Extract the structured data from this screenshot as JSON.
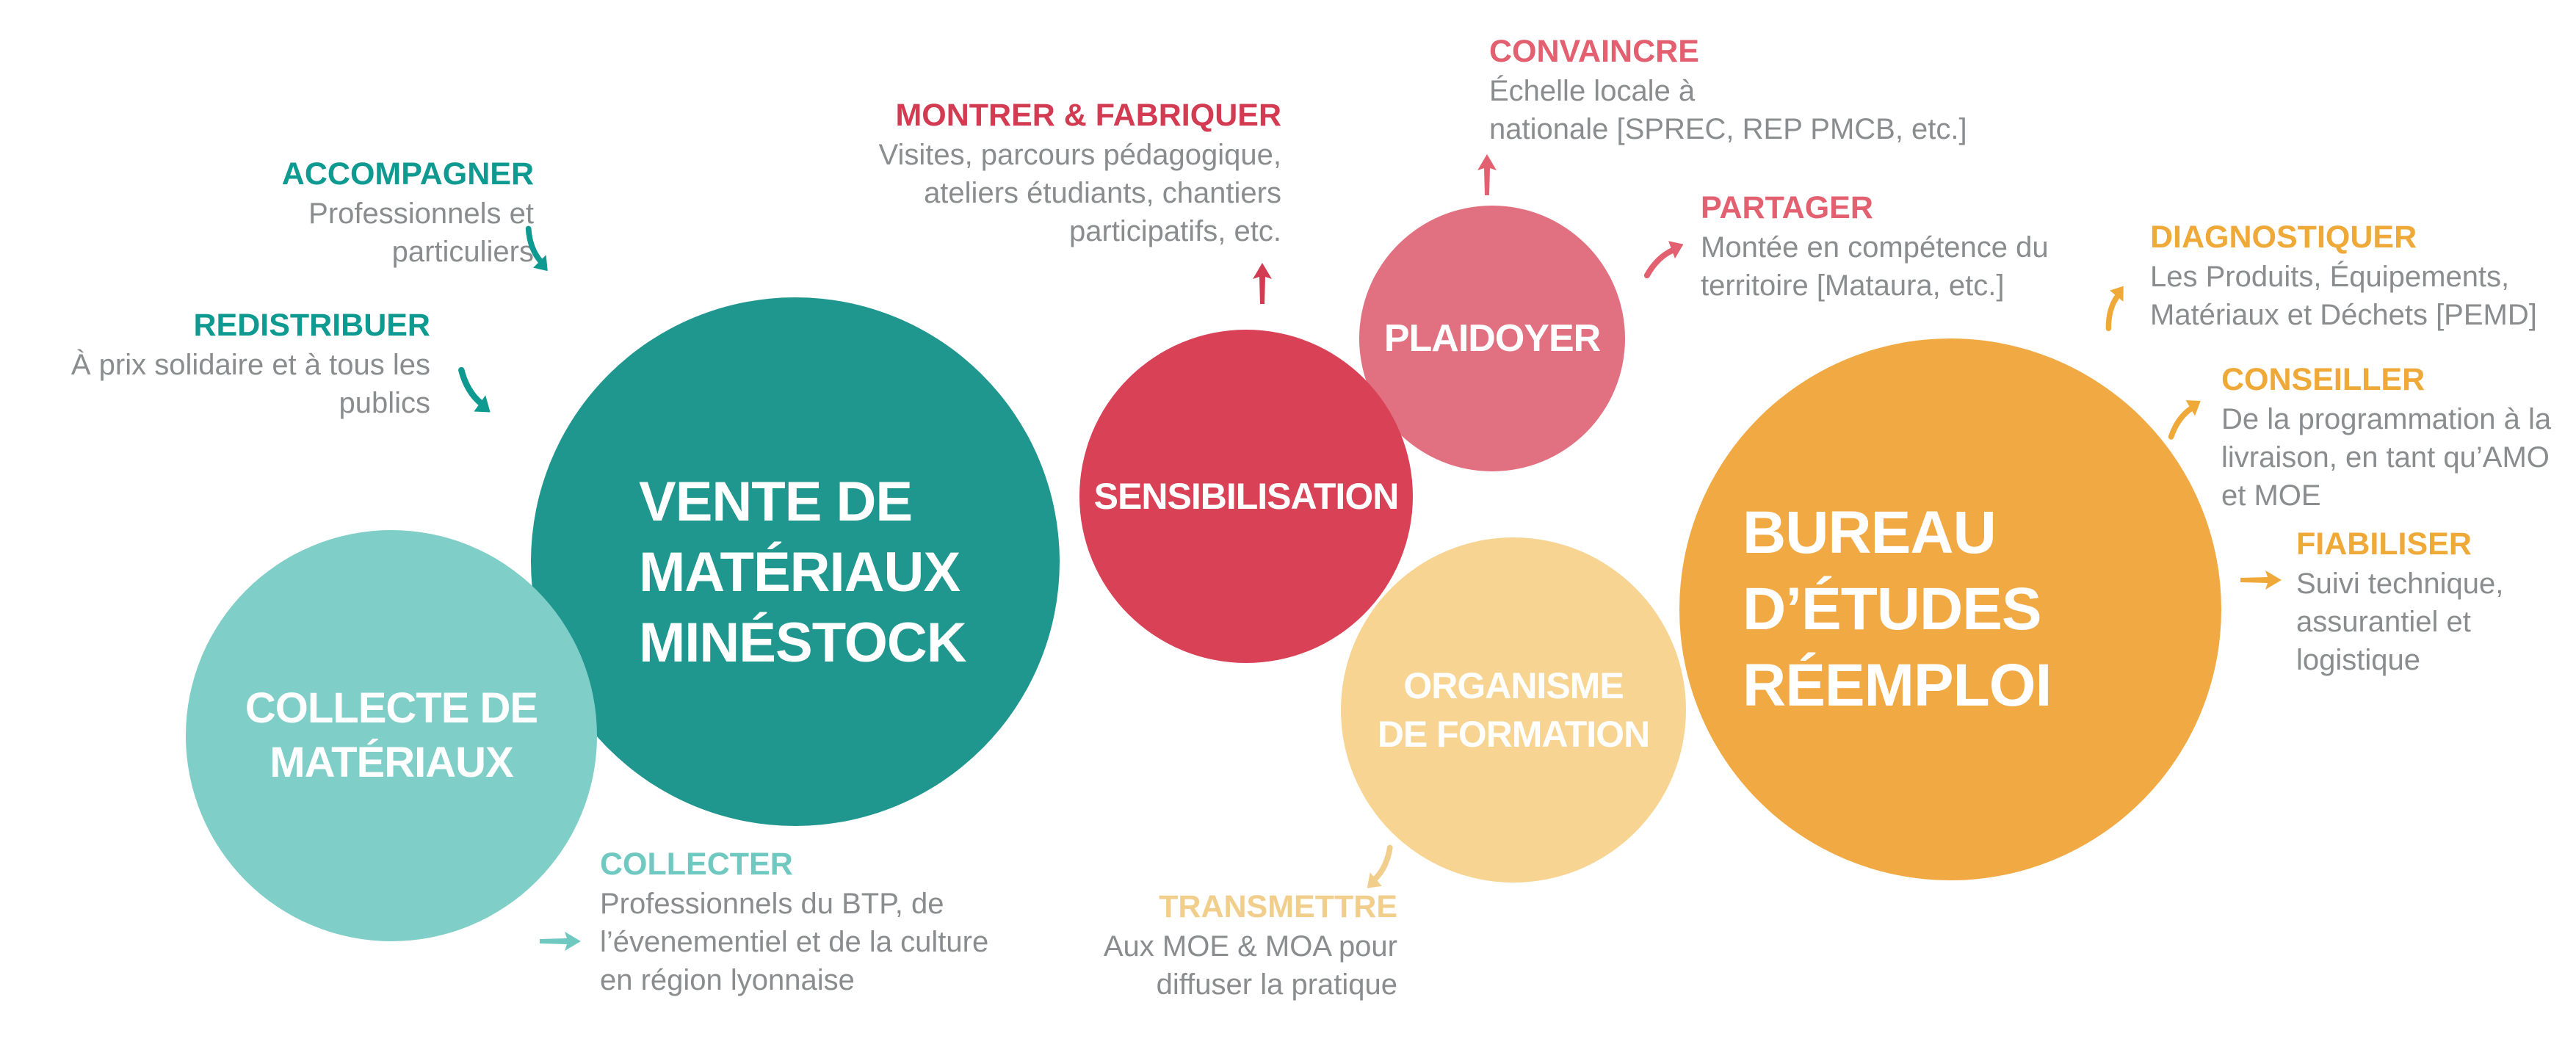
{
  "palette": {
    "teal": "#1F968E",
    "teal-light": "#7FCEC7",
    "red": "#D84156",
    "pink": "#E17080",
    "cream": "#F7D492",
    "orange": "#F1A943",
    "gray": "#8A8C8E",
    "white": "#FFFFFF",
    "teal-text": "#0E9A91",
    "teal-light-text": "#6FC9C1",
    "red-text": "#D23B51",
    "pink-text": "#E2606F",
    "cream-text": "#F2CE8C",
    "orange-text": "#EFA938"
  },
  "circles": {
    "collecte": {
      "lines": [
        "COLLECTE DE",
        "MATÉRIAUX"
      ],
      "color": "#7FCEC7"
    },
    "vente": {
      "lines": [
        "VENTE DE",
        "MATÉRIAUX",
        "MINÉSTOCK"
      ],
      "color": "#1F968E"
    },
    "sensibilisation": {
      "lines": [
        "SENSIBILISATION"
      ],
      "color": "#D84156"
    },
    "plaidoyer": {
      "lines": [
        "PLAIDOYER"
      ],
      "color": "#E17080"
    },
    "organisme": {
      "lines": [
        "ORGANISME",
        "DE FORMATION"
      ],
      "color": "#F7D492"
    },
    "bureau": {
      "lines": [
        "BUREAU",
        "D’ÉTUDES",
        "RÉEMPLOI"
      ],
      "color": "#F1A943"
    }
  },
  "annotations": {
    "accompagner": {
      "title": "ACCOMPAGNER",
      "lines": [
        "Professionnels et",
        "particuliers"
      ]
    },
    "redistribuer": {
      "title": "REDISTRIBUER",
      "lines": [
        "À prix solidaire et à tous les",
        "publics"
      ]
    },
    "collecter": {
      "title": "COLLECTER",
      "lines": [
        "Professionnels du BTP, de",
        "l’évenementiel et de la culture",
        "en région lyonnaise"
      ]
    },
    "montrer": {
      "title": "MONTRER & FABRIQUER",
      "lines": [
        "Visites, parcours pédagogique,",
        "ateliers étudiants, chantiers",
        "participatifs, etc."
      ]
    },
    "convaincre": {
      "title": "CONVAINCRE",
      "lines": [
        "Échelle locale à",
        "nationale [SPREC, REP PMCB, etc.]"
      ]
    },
    "partager": {
      "title": "PARTAGER",
      "lines": [
        "Montée en compétence du",
        "territoire [Mataura, etc.]"
      ]
    },
    "diagnostiquer": {
      "title": "DIAGNOSTIQUER",
      "lines": [
        "Les Produits, Équipements,",
        "Matériaux et Déchets [PEMD]"
      ]
    },
    "conseiller": {
      "title": "CONSEILLER",
      "lines": [
        "De la programmation à la",
        "livraison, en tant qu’AMO",
        "et MOE"
      ]
    },
    "fiabiliser": {
      "title": "FIABILISER",
      "lines": [
        "Suivi technique,",
        "assurantiel et",
        "logistique"
      ]
    },
    "transmettre": {
      "title": "TRANSMETTRE",
      "lines": [
        "Aux MOE & MOA pour",
        "diffuser la pratique"
      ]
    }
  },
  "icons": {
    "accompagner-arrow": "curved-arrow-down-right",
    "redistribuer-arrow": "curved-arrow-down-right",
    "collecter-arrow": "straight-arrow-right",
    "montrer-arrow": "straight-arrow-up",
    "convaincre-arrow": "straight-arrow-up",
    "partager-arrow": "curved-arrow-up-right",
    "diagnostiquer-arrow": "curved-arrow-up-right",
    "conseiller-arrow": "curved-arrow-up-right",
    "fiabiliser-arrow": "straight-arrow-right",
    "transmettre-arrow": "curved-arrow-down-left"
  }
}
